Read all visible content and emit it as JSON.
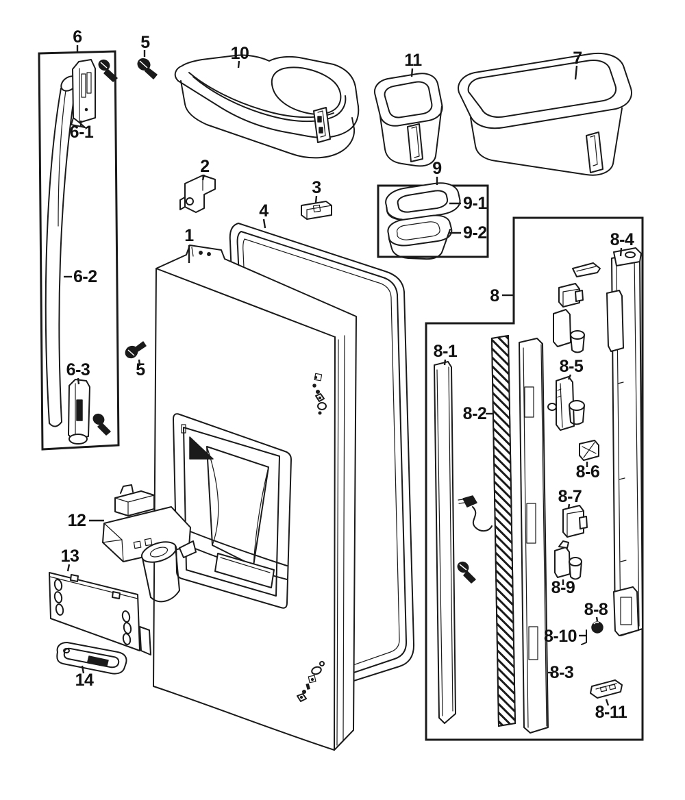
{
  "page": {
    "background": "#ffffff",
    "ink": "#1a1a1a",
    "kind": "exploded-parts-diagram"
  },
  "labels": {
    "n1": "1",
    "n2": "2",
    "n3": "3",
    "n4": "4",
    "n5a": "5",
    "n5b": "5",
    "n6": "6",
    "n6_1": "6-1",
    "n6_2": "6-2",
    "n6_3": "6-3",
    "n7": "7",
    "n8": "8",
    "n8_1": "8-1",
    "n8_2": "8-2",
    "n8_3": "8-3",
    "n8_4": "8-4",
    "n8_5": "8-5",
    "n8_6": "8-6",
    "n8_7": "8-7",
    "n8_8": "8-8",
    "n8_9": "8-9",
    "n8_10": "8-10",
    "n8_11": "8-11",
    "n9": "9",
    "n9_1": "9-1",
    "n9_2": "9-2",
    "n10": "10",
    "n11": "11",
    "n12": "12",
    "n13": "13",
    "n14": "14"
  }
}
